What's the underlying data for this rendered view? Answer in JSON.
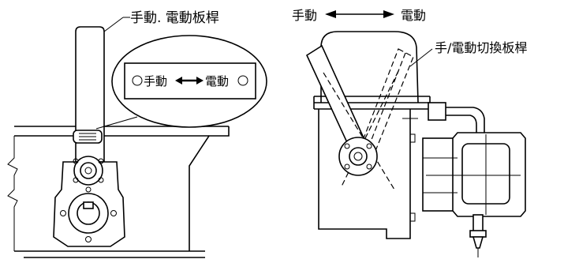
{
  "left_view": {
    "lever_label": "手動. 電動板桿",
    "plate": {
      "left_text": "手動",
      "right_text": "電動"
    }
  },
  "right_view": {
    "direction_left": "手動",
    "direction_right": "電動",
    "switch_lever_label": "手/電動切換板桿"
  }
}
